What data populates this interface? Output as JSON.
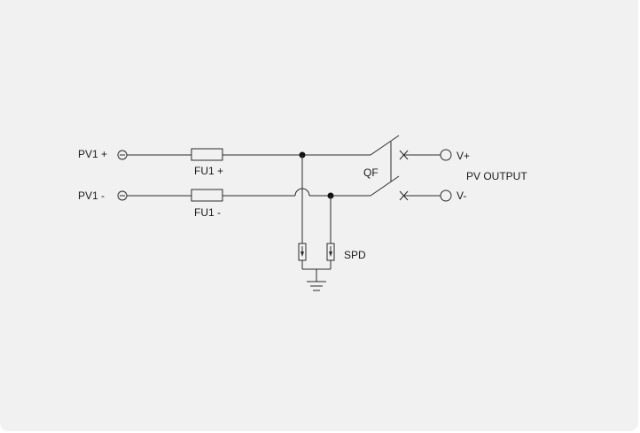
{
  "diagram": {
    "terminals": {
      "pv1_pos": "PV1 +",
      "pv1_neg": "PV1 -",
      "v_pos": "V+",
      "v_neg": "V-"
    },
    "components": {
      "fuse_pos": "FU1 +",
      "fuse_neg": "FU1 -",
      "breaker": "QF",
      "surge_protector": "SPD"
    },
    "output_label": "PV OUTPUT"
  }
}
